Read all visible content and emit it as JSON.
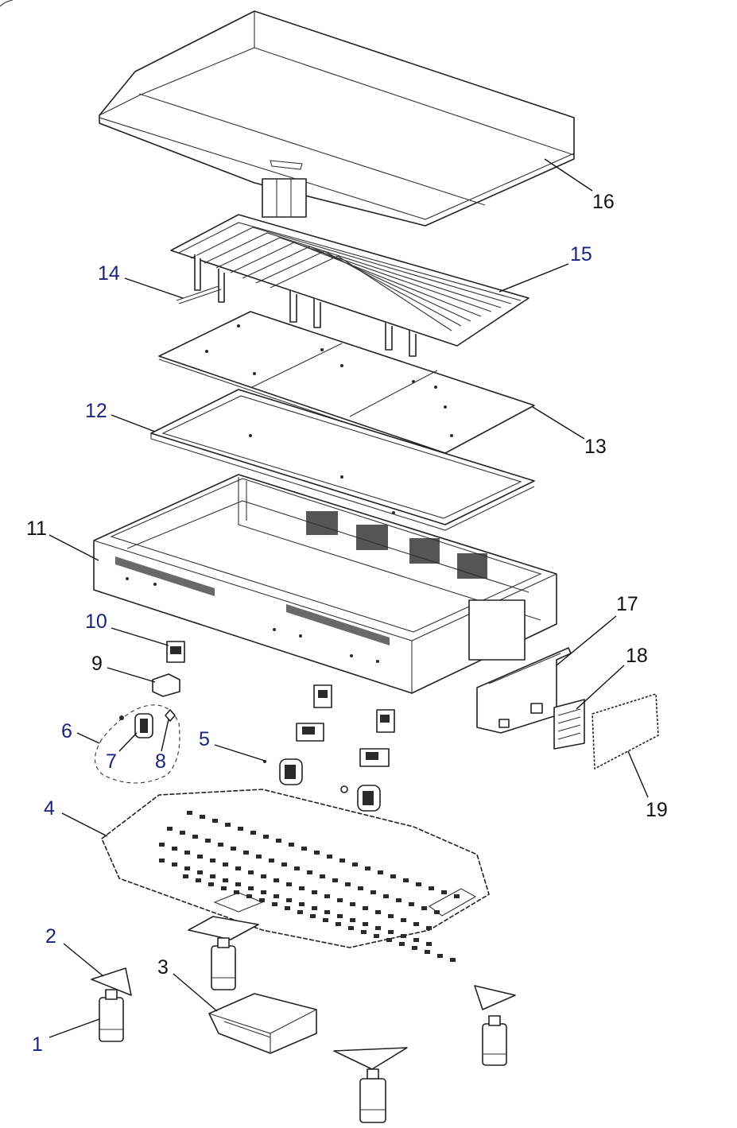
{
  "colors": {
    "label_blue": "#1a237e",
    "label_black": "#111111",
    "line": "#222222"
  },
  "labels": {
    "l1": "1",
    "l2": "2",
    "l3": "3",
    "l4": "4",
    "l5": "5",
    "l6": "6",
    "l7": "7",
    "l8": "8",
    "l9": "9",
    "l10": "10",
    "l11": "11",
    "l12": "12",
    "l13": "13",
    "l14": "14",
    "l15": "15",
    "l16": "16",
    "l17": "17",
    "l18": "18",
    "l19": "19"
  }
}
